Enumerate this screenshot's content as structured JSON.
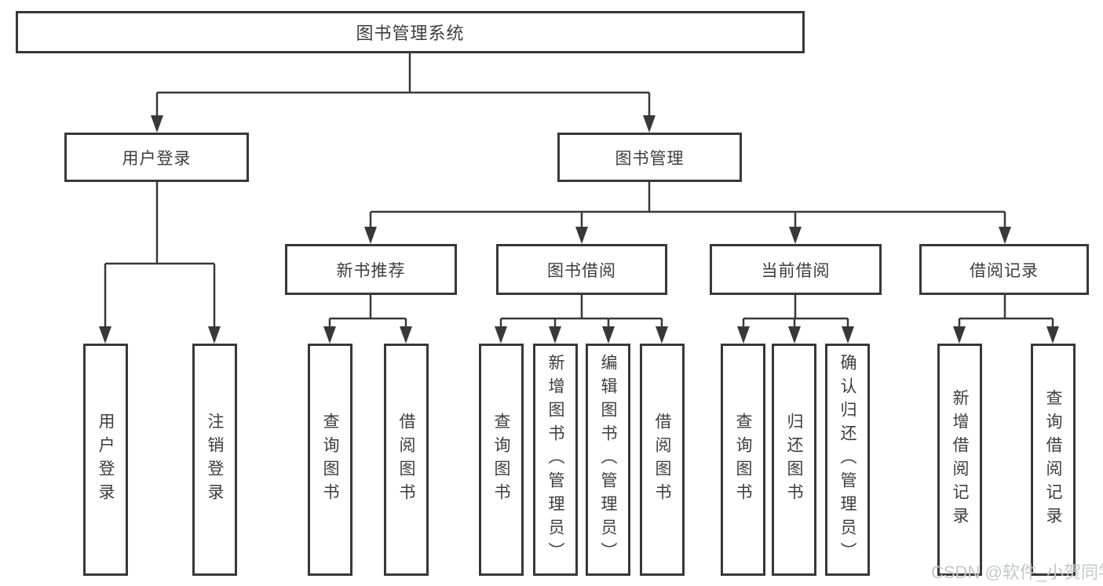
{
  "diagram": {
    "title_node": "图书管理系统",
    "level2": {
      "user_login": "用户登录",
      "book_mgmt": "图书管理"
    },
    "level3": {
      "new_books": "新书推荐",
      "book_borrow": "图书借阅",
      "current_borrow": "当前借阅",
      "borrow_records": "借阅记录"
    },
    "leaves": {
      "user_login": [
        "用户登录",
        "注销登录"
      ],
      "new_books": [
        "查询图书",
        "借阅图书"
      ],
      "book_borrow": [
        "查询图书",
        "新增图书（管理员）",
        "编辑图书（管理员）",
        "借阅图书"
      ],
      "current_borrow": [
        "查询图书",
        "归还图书",
        "确认归还（管理员）"
      ],
      "borrow_records": [
        "新增借阅记录",
        "查询借阅记录"
      ]
    }
  },
  "watermark": "CSDN @软件_小贺同学",
  "colors": {
    "line": "#383838",
    "box_border": "#383838",
    "text": "#3d3d3d",
    "watermark": "#c3c6cd",
    "background": "#ffffff"
  }
}
